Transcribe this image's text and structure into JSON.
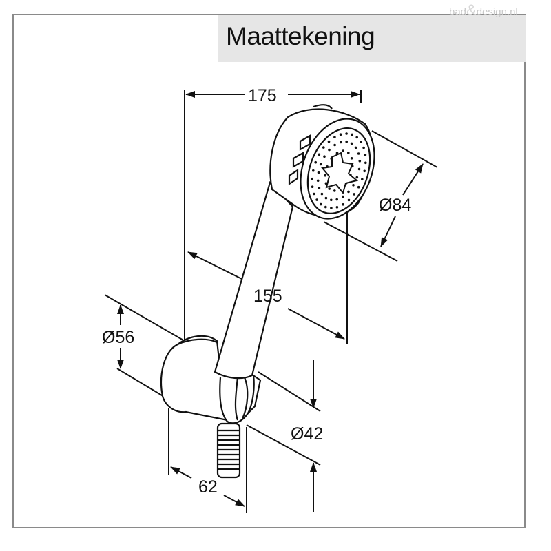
{
  "title": "Maattekening",
  "watermark": {
    "left": "bad",
    "amp": "&",
    "right": "design.nl"
  },
  "dimensions": {
    "overall_width": "175",
    "head_diameter": "Ø84",
    "handle_length": "155",
    "holder_diameter": "Ø56",
    "hose_diameter": "Ø42",
    "holder_depth": "62"
  },
  "colors": {
    "line": "#111111",
    "frame": "#8a8a8a",
    "title_bg": "#e6e6e6"
  }
}
